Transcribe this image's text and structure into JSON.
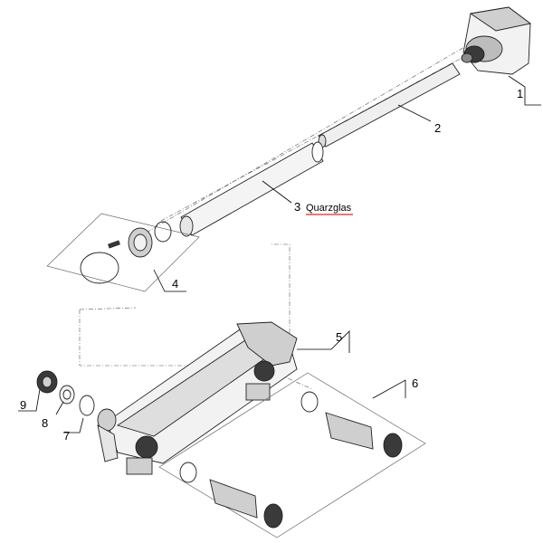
{
  "diagram": {
    "callouts": [
      {
        "number": "1",
        "text": ""
      },
      {
        "number": "2",
        "text": ""
      },
      {
        "number": "3",
        "text": "Quarzglas"
      },
      {
        "number": "4",
        "text": ""
      },
      {
        "number": "5",
        "text": ""
      },
      {
        "number": "6",
        "text": ""
      },
      {
        "number": "7",
        "text": ""
      },
      {
        "number": "8",
        "text": ""
      },
      {
        "number": "9",
        "text": ""
      }
    ],
    "colors": {
      "line": "#222222",
      "part_fill": "#f2f2f2",
      "part_shade": "#cfcfcf",
      "dark_part": "#3a3a3a",
      "annotation_underline": "#e0262b"
    }
  }
}
